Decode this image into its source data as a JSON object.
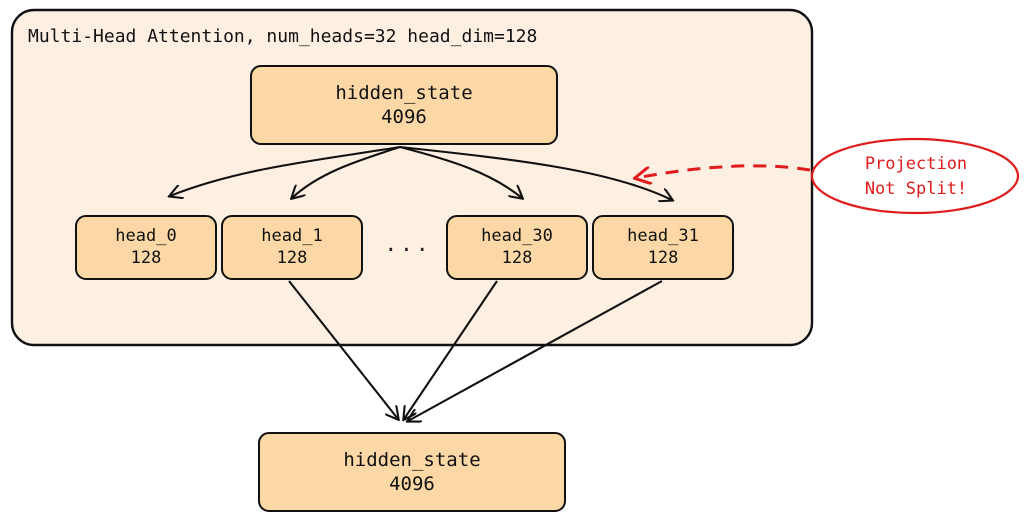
{
  "diagram": {
    "title": "Multi-Head Attention, num_heads=32 head_dim=128",
    "colors": {
      "group_fill": "#FDF0E3",
      "node_fill": "#FBD8A5",
      "stroke": "#111111",
      "annotation": "#E01B1B",
      "canvas": "#FFFFFF"
    },
    "input_node": {
      "label": "hidden_state",
      "value": "4096"
    },
    "output_node": {
      "label": "hidden_state",
      "value": "4096"
    },
    "ellipsis": "...",
    "heads": [
      {
        "label": "head_0",
        "value": "128"
      },
      {
        "label": "head_1",
        "value": "128"
      },
      {
        "label": "head_30",
        "value": "128"
      },
      {
        "label": "head_31",
        "value": "128"
      }
    ],
    "annotation": {
      "line1": "Projection",
      "line2": "Not Split!"
    }
  }
}
